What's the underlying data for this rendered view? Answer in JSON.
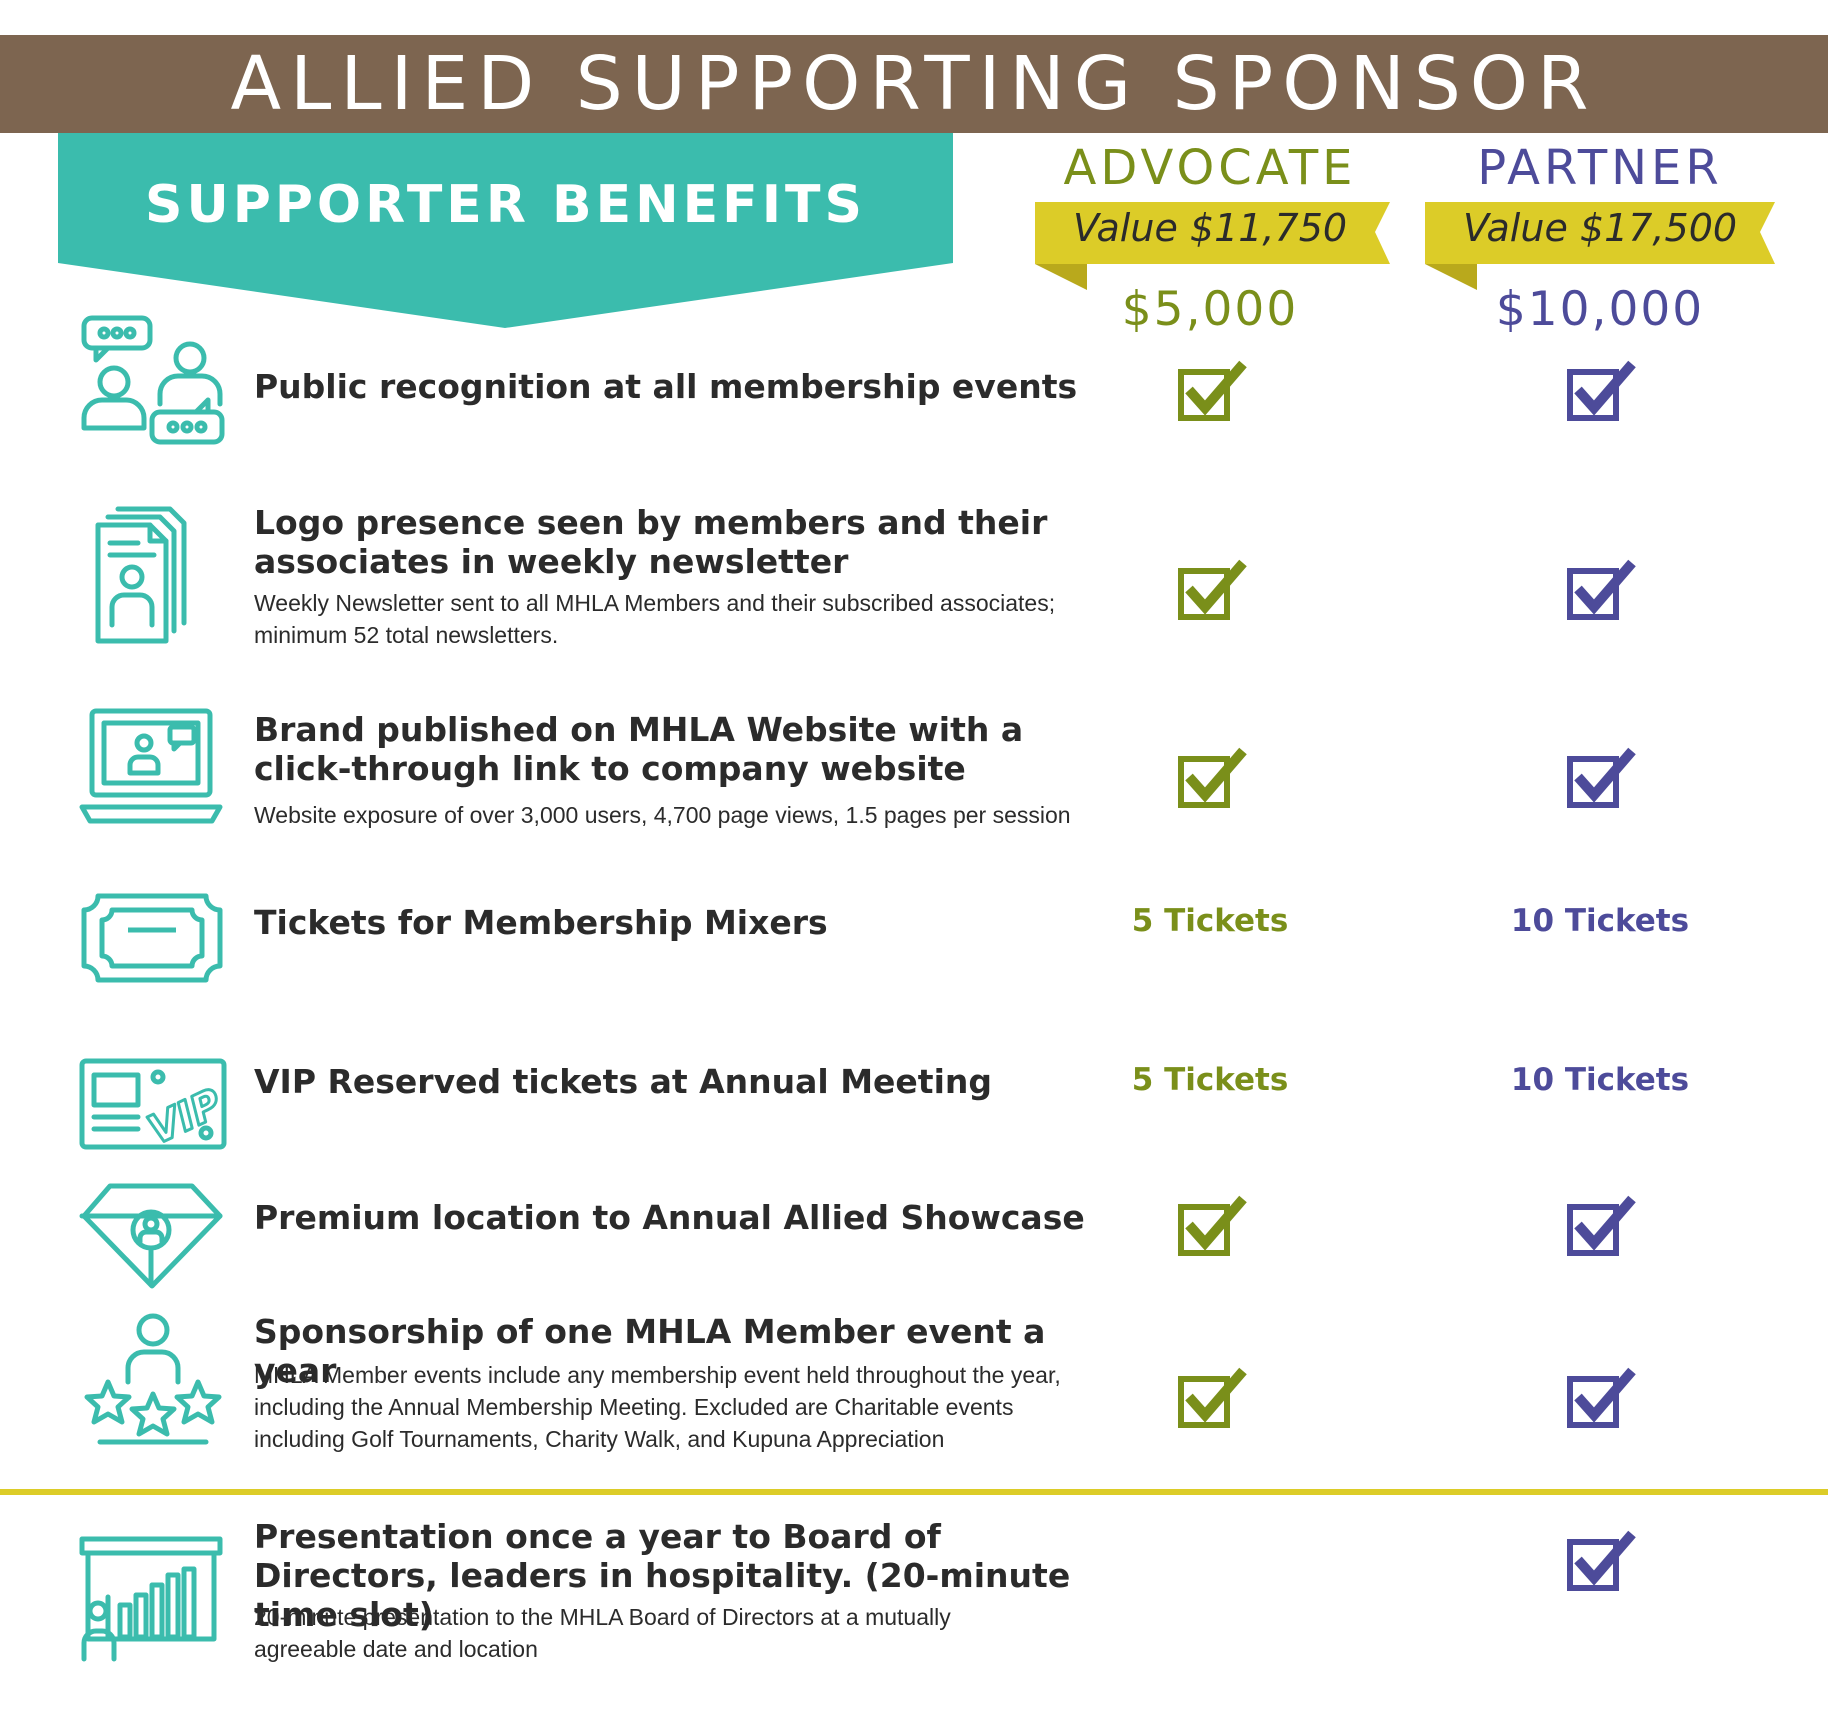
{
  "banner": {
    "title": "ALLIED SUPPORTING SPONSOR"
  },
  "benefits_header": {
    "title": "SUPPORTER BENEFITS"
  },
  "colors": {
    "banner": "#7d6550",
    "teal": "#3bbcad",
    "ribbon": "#dccc28",
    "advocate": "#7a8f1a",
    "partner": "#4d4b9a"
  },
  "tiers": [
    {
      "name": "ADVOCATE",
      "value": "Value $11,750",
      "price": "$5,000"
    },
    {
      "name": "PARTNER",
      "value": "Value $17,500",
      "price": "$10,000"
    }
  ],
  "benefits": [
    {
      "icon": "people-chat-icon",
      "title": "Public recognition at all membership events",
      "description": "",
      "advocate": "check",
      "partner": "check"
    },
    {
      "icon": "newsletter-icon",
      "title": "Logo presence seen by members and their associates in weekly newsletter",
      "description": "Weekly Newsletter sent to all MHLA Members and their subscribed associates; minimum 52 total newsletters.",
      "advocate": "check",
      "partner": "check"
    },
    {
      "icon": "laptop-icon",
      "title": "Brand published on MHLA Website with a click-through link to company website",
      "description": "Website exposure of over 3,000 users, 4,700 page views, 1.5 pages per session",
      "advocate": "check",
      "partner": "check"
    },
    {
      "icon": "ticket-icon",
      "title": "Tickets for Membership Mixers",
      "description": "",
      "advocate": "5 Tickets",
      "partner": "10 Tickets"
    },
    {
      "icon": "vip-ticket-icon",
      "title": "VIP Reserved tickets at Annual Meeting",
      "description": "",
      "advocate": "5 Tickets",
      "partner": "10 Tickets"
    },
    {
      "icon": "diamond-icon",
      "title": "Premium location to Annual Allied Showcase",
      "description": "",
      "advocate": "check",
      "partner": "check"
    },
    {
      "icon": "person-stars-icon",
      "title": "Sponsorship of one MHLA Member event a year",
      "description": "MHLA Member events include any membership event held throughout the year, including the Annual Membership Meeting. Excluded are Charitable events including Golf Tournaments, Charity Walk, and Kupuna Appreciation",
      "advocate": "check",
      "partner": "check"
    },
    {
      "icon": "presentation-icon",
      "title": "Presentation once a year to Board of Directors, leaders in hospitality. (20-minute time slot)",
      "description": "20-minute presentation to the MHLA Board of Directors at a mutually agreeable date and location",
      "advocate": "",
      "partner": "check"
    }
  ]
}
